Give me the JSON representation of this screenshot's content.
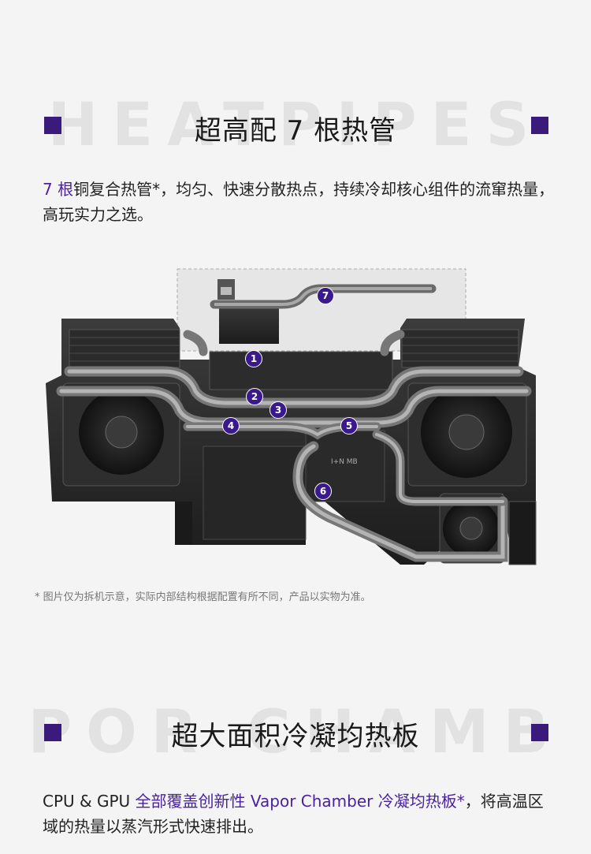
{
  "section1": {
    "watermark": "HEATPIPES",
    "title": "超高配 7 根热管",
    "desc_accent": "7 根",
    "desc_rest": "铜复合热管*，均匀、快速分散热点，持续冷却核心组件的流窜热量，高玩实力之选。"
  },
  "diagram": {
    "labels": [
      "1",
      "2",
      "3",
      "4",
      "5",
      "6",
      "7"
    ],
    "component_text": "I+N MB"
  },
  "footnote": "* 图片仅为拆机示意，实际内部结构根据配置有所不同，产品以实物为准。",
  "section2": {
    "watermark": "POR CHAMB",
    "title": "超大面积冷凝均热板",
    "desc_lead": "CPU & GPU ",
    "desc_accent": "全部覆盖创新性 Vapor Chamber 冷凝均热板*",
    "desc_rest": "，将高温区域的热量以蒸汽形式快速排出。"
  },
  "colors": {
    "accent": "#4a22a0",
    "square": "#3a1a7a",
    "background": "#f4f4f4"
  }
}
